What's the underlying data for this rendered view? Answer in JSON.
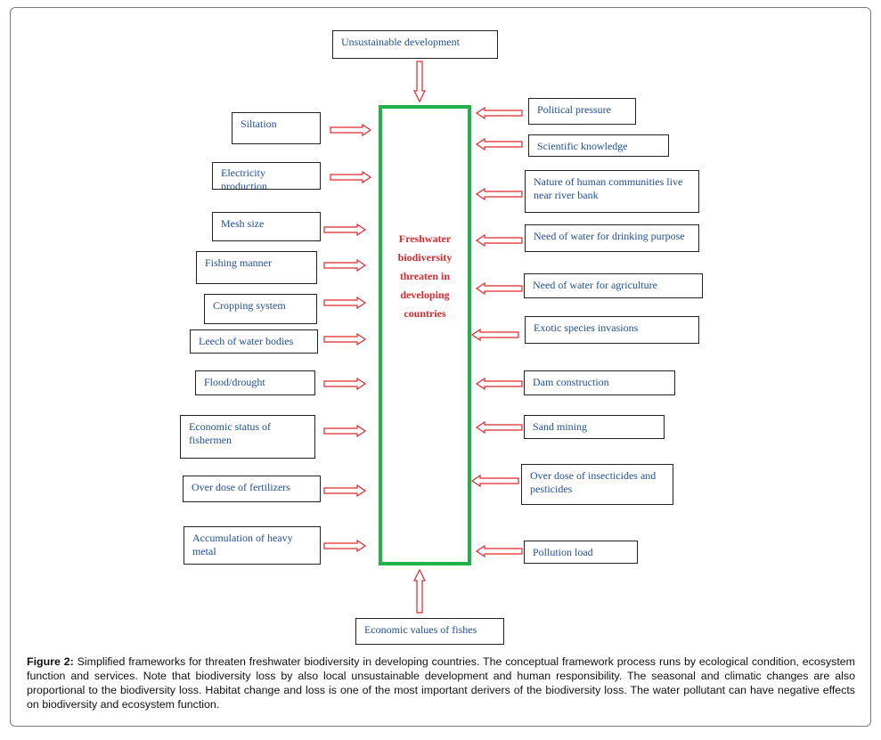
{
  "center": {
    "label_lines": [
      "Freshwater",
      "biodiversity",
      "threaten in",
      "developing",
      "countries"
    ],
    "border_color": "#21b14a",
    "text_color": "#e0282e"
  },
  "top_box": "Unsustainable development",
  "bottom_box": "Economic values of fishes",
  "left_boxes": [
    "Siltation",
    "Electricity production",
    "Mesh size",
    "Fishing manner",
    "Cropping system",
    "Leech of water bodies",
    "Flood/drought",
    "Economic status of fishermen",
    "Over dose of fertilizers",
    "Accumulation of heavy metal"
  ],
  "right_boxes": [
    "Political pressure",
    "Scientific knowledge",
    "Nature of human communities live near river bank",
    "Need of water for drinking purpose",
    "Need of water for agriculture",
    "Exotic species invasions",
    "Dam construction",
    "Sand mining",
    "Over dose of insecticides and pesticides",
    "Pollution load"
  ],
  "caption": {
    "label": "Figure 2:",
    "text": " Simplified frameworks for threaten freshwater biodiversity in developing countries. The conceptual framework process runs by ecological condition, ecosystem function and services. Note that biodiversity loss by also local unsustainable development and human responsibility. The seasonal and climatic changes are also proportional to the biodiversity loss. Habitat change and loss is one of the most important derivers of the biodiversity loss. The water pollutant can have negative effects on biodiversity and ecosystem function."
  },
  "colors": {
    "box_text": "#1f4e9a",
    "arrow": "#e0282e",
    "center_border": "#21b14a"
  }
}
